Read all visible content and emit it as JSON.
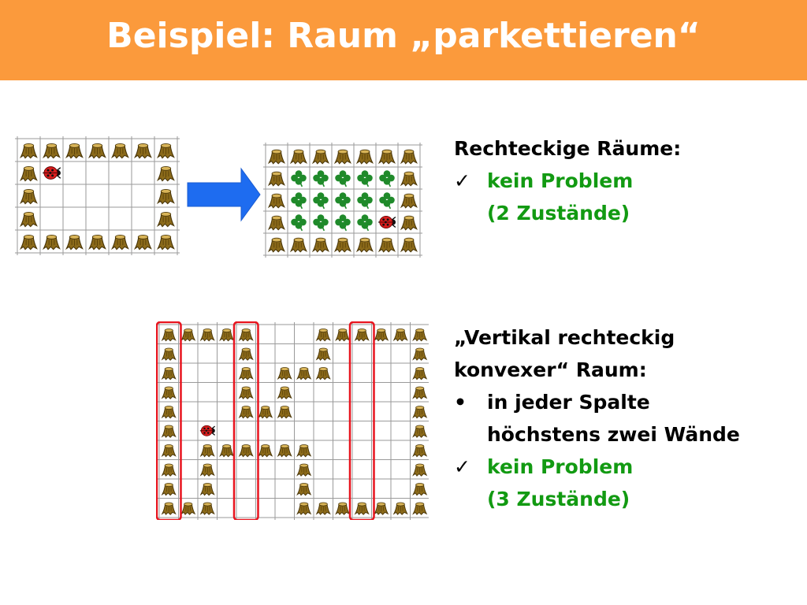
{
  "slide": {
    "title": "Beispiel: Raum „parkettieren“",
    "header_color": "#fb9a3c"
  },
  "section1": {
    "heading": "Rechteckige Räume:",
    "check_symbol": "✓",
    "items": [
      {
        "line1": "kein Problem",
        "line2": "(2 Zustände)"
      }
    ]
  },
  "section2": {
    "heading_line1": "„Vertikal rechteckig",
    "heading_line2": "konvexer“ Raum:",
    "bullet_symbol": "•",
    "check_symbol": "✓",
    "bullet_line1": "in jeder Spalte",
    "bullet_line2": "höchstens zwei Wände",
    "check_line1": "kein Problem",
    "check_line2": "(3 Zustände)"
  },
  "colors": {
    "green_text": "#129a12",
    "arrow": "#1e6cf0",
    "highlight": "#e8141e",
    "stump": "#8b6a1a",
    "clover": "#1f8a2a",
    "ladybug": "#d81e1e"
  },
  "icons": [
    "stump-icon",
    "ladybug-icon",
    "clover-icon",
    "arrow-right-icon"
  ],
  "grids": {
    "grid1": {
      "cols": 7,
      "rows": 5,
      "cells": [
        "WWWWWWW",
        "WL....W",
        "W.....W",
        "W.....W",
        "WWWWWWW"
      ]
    },
    "grid2": {
      "cols": 7,
      "rows": 5,
      "cells": [
        "WWWWWWW",
        "WCCCCCW",
        "WCCCCCW",
        "WCCCCLW",
        "WWWWWWW"
      ]
    },
    "grid3": {
      "cols": 14,
      "rows": 10,
      "cells": [
        "WWWWW...WWWWWW",
        "W...W...W....W",
        "W...W.WWW....W",
        "W...W.W......W",
        "W...WWW......W",
        "W.L..........W",
        "W.WWWWWW.....W",
        "W.W....W.....W",
        "W.W....W.....W",
        "WWW....WWWWWWW"
      ],
      "highlight_columns": [
        0,
        4,
        10
      ]
    }
  }
}
